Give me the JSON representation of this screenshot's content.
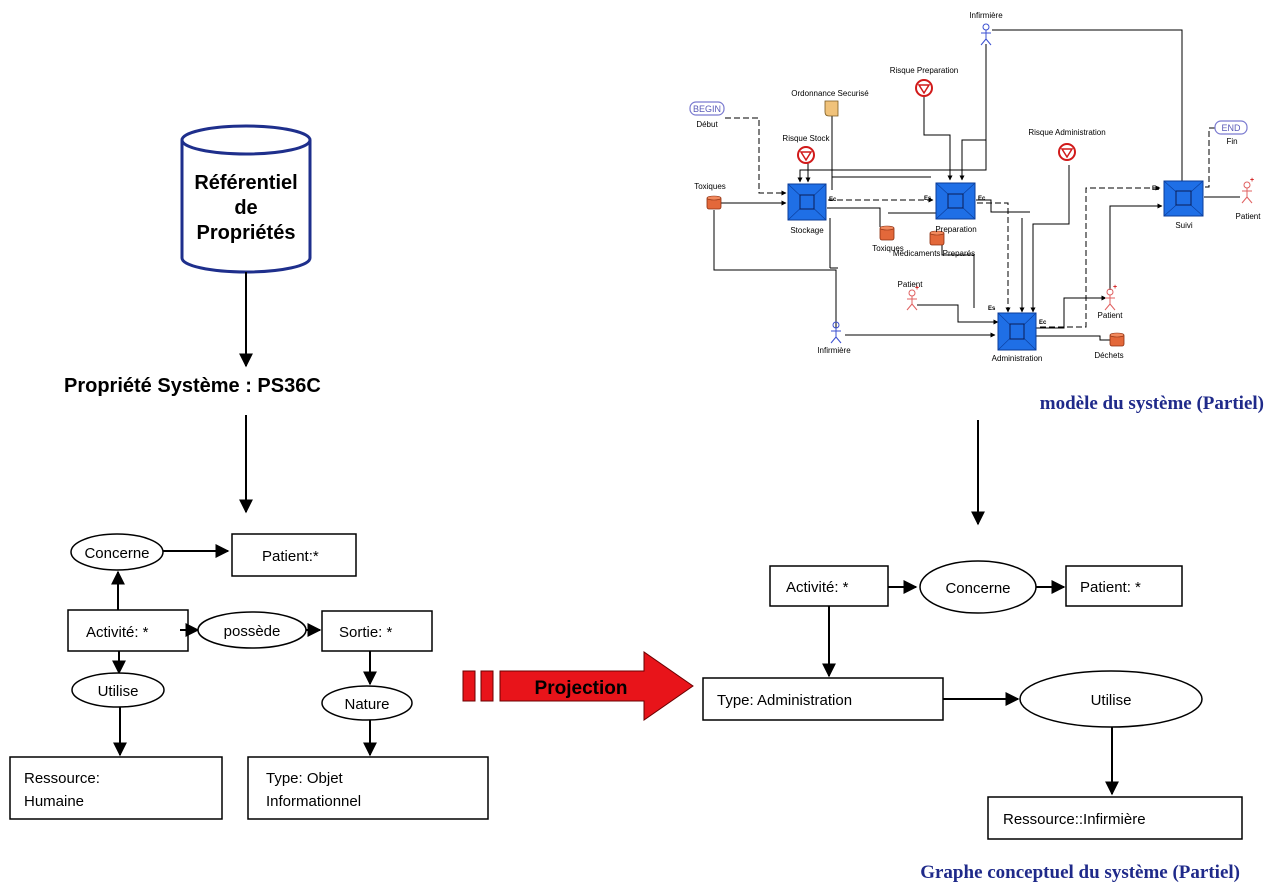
{
  "left": {
    "repository": {
      "line1": "Référentiel",
      "line2": "de",
      "line3": "Propriétés"
    },
    "property_title": "Propriété Système : PS36C",
    "graph": {
      "concerne": "Concerne",
      "patient": "Patient:*",
      "activite": "Activité: *",
      "possede": "possède",
      "sortie": "Sortie: *",
      "utilise": "Utilise",
      "nature": "Nature",
      "ressource_line1": "Ressource:",
      "ressource_line2": "Humaine",
      "type_line1": "Type: Objet",
      "type_line2": "Informationnel"
    }
  },
  "projection_label": "Projection",
  "model": {
    "title": "modèle du système (Partiel)",
    "labels": {
      "infirmiere_top": "Infirmière",
      "risque_preparation": "Risque Preparation",
      "ordonnance": "Ordonnance Securisé",
      "begin": "BEGIN",
      "debut": "Début",
      "risque_stock": "Risque Stock",
      "risque_administration": "Risque Administration",
      "end": "END",
      "fin": "Fin",
      "toxiques": "Toxiques",
      "stockage": "Stockage",
      "toxiques2": "Toxiques",
      "preparation": "Preparation",
      "medicaments": "Medicaments Preparés",
      "suivi": "Suivi",
      "patient_right": "Patient",
      "patient_mid": "Patient",
      "patient_left": "Patient",
      "infirmiere_bottom": "Infirmière",
      "administration": "Administration",
      "dechets": "Déchets",
      "es": "Es",
      "ec": "Ec"
    }
  },
  "right": {
    "title": "Graphe conceptuel du système (Partiel)",
    "graph": {
      "activite": "Activité: *",
      "concerne": "Concerne",
      "patient": "Patient: *",
      "type": "Type: Administration",
      "utilise": "Utilise",
      "ressource": "Ressource::Infirmière"
    }
  },
  "colors": {
    "accent_title": "#1f2a8a",
    "projection_arrow": "#e8141a",
    "process": "#1f6fe6",
    "risk": "#d11a1a",
    "resource": "#e3683a"
  }
}
